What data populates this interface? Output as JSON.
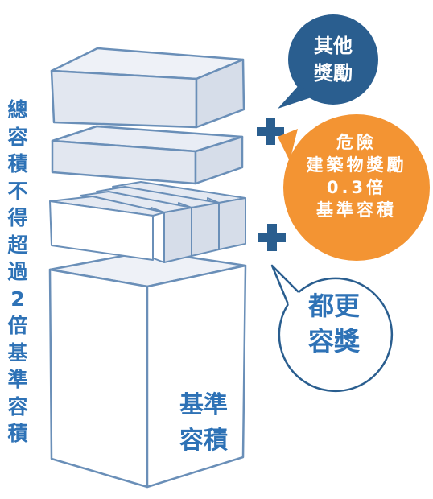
{
  "vertical_label": [
    "總",
    "容",
    "積",
    "不",
    "得",
    "超",
    "過",
    "2",
    "倍",
    "基",
    "準",
    "容",
    "積"
  ],
  "base_block": {
    "lines": [
      "基準",
      "容積"
    ]
  },
  "bubbles": {
    "other_bonus": {
      "lines": [
        "其他",
        "獎勵"
      ]
    },
    "dangerous_building": {
      "lines": [
        "危險",
        "建築物獎勵",
        "0.3倍",
        "基準容積"
      ]
    },
    "urban_renewal": {
      "lines": [
        "都更",
        "容獎"
      ]
    }
  },
  "colors": {
    "label_blue": "#2e72b6",
    "bubble_navy": "#2a5e8f",
    "bubble_orange": "#f39433",
    "block_outline": "#6a8fb8",
    "block_fill": "#e9edf5",
    "block_fill_dark": "#d6dde9"
  },
  "icons": [
    "plus-icon",
    "plus-icon"
  ]
}
